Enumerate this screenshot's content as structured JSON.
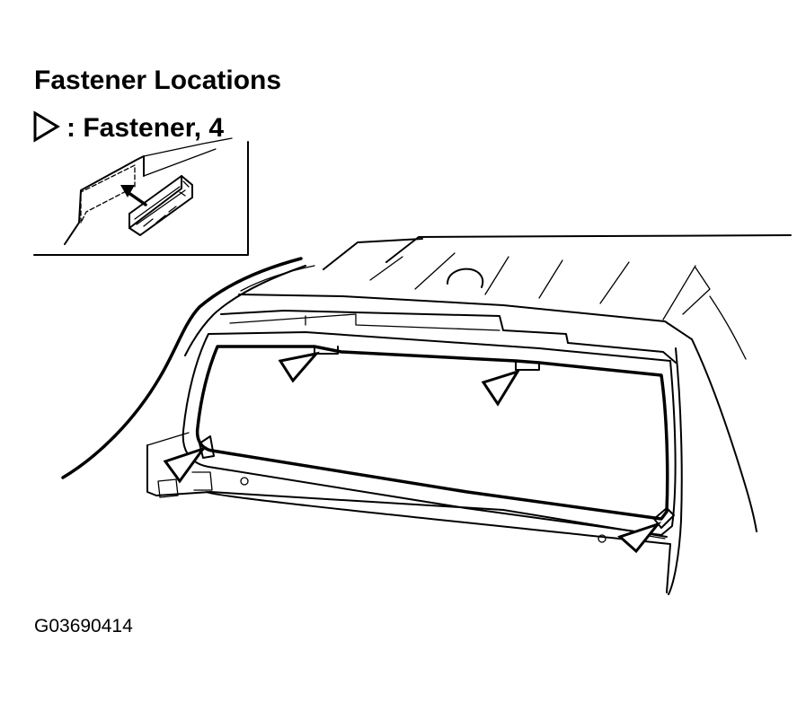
{
  "title": "Fastener Locations",
  "legend": {
    "symbol": "triangle-marker-icon",
    "label": ": Fastener, 4"
  },
  "figure_code": "G03690414",
  "colors": {
    "ink": "#000000",
    "paper": "#ffffff"
  }
}
